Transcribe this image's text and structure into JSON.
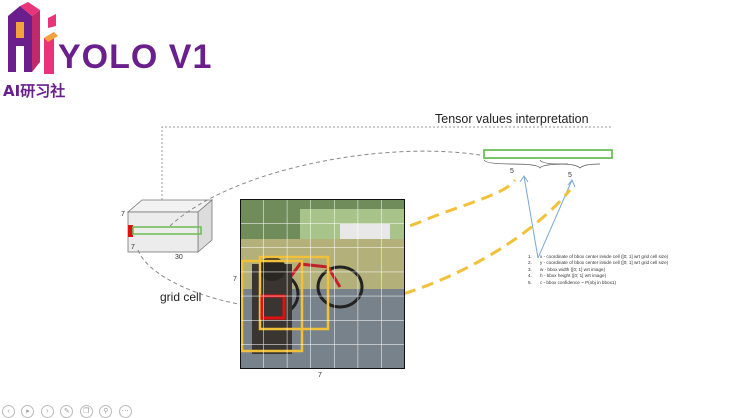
{
  "slide": {
    "title": "YOLO V1",
    "org_name": "AI研习社",
    "tensor_heading": "Tensor values interpretation"
  },
  "diagram": {
    "tensor_depth_label": "30",
    "tensor_height_label": "7",
    "tensor_width_label": "7",
    "grid_height_label": "7",
    "grid_width_label": "7",
    "grid_cell_label": "grid cell",
    "bbox1_label": "5",
    "bbox2_label": "5"
  },
  "legend": [
    {
      "num": "1.",
      "text": "x - coordinate of bbox center inside cell ([0; 1] wrt grid cell size)"
    },
    {
      "num": "2.",
      "text": "y - coordinate of bbox center inside cell ([0; 1] wrt grid cell size)"
    },
    {
      "num": "3.",
      "text": "w - bbox width ([0; 1] wrt image)"
    },
    {
      "num": "4.",
      "text": "h - bbox height ([0; 1] wrt image)"
    },
    {
      "num": "5.",
      "text": "c - bbox confidence ~ P(obj in bbox1)"
    }
  ],
  "colors": {
    "brand_purple": "#6a1f8c",
    "logo_pink": "#e8347a",
    "logo_orange": "#f2a33a",
    "tensor_green": "#6fbf5a",
    "bbox_yellow": "#f2c13a",
    "cell_red": "#e01010",
    "arrow_blue": "#7aa8d8"
  },
  "toolbar": {
    "icons": [
      "prev-icon",
      "play-icon",
      "next-icon",
      "pen-icon",
      "copy-icon",
      "zoom-icon",
      "more-icon"
    ]
  }
}
